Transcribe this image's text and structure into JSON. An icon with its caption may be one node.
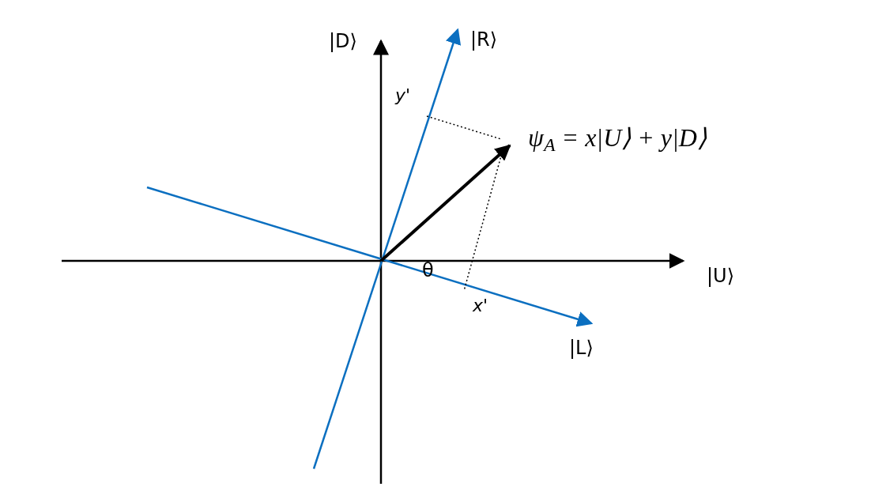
{
  "diagram": {
    "labels": [
      "|D⟩",
      "|R⟩",
      "y'",
      "ψ$_{A}$ = x|U⟩ + y|D⟩",
      "θ",
      "|U⟩",
      "x'",
      "|L⟩"
    ]
  }
}
